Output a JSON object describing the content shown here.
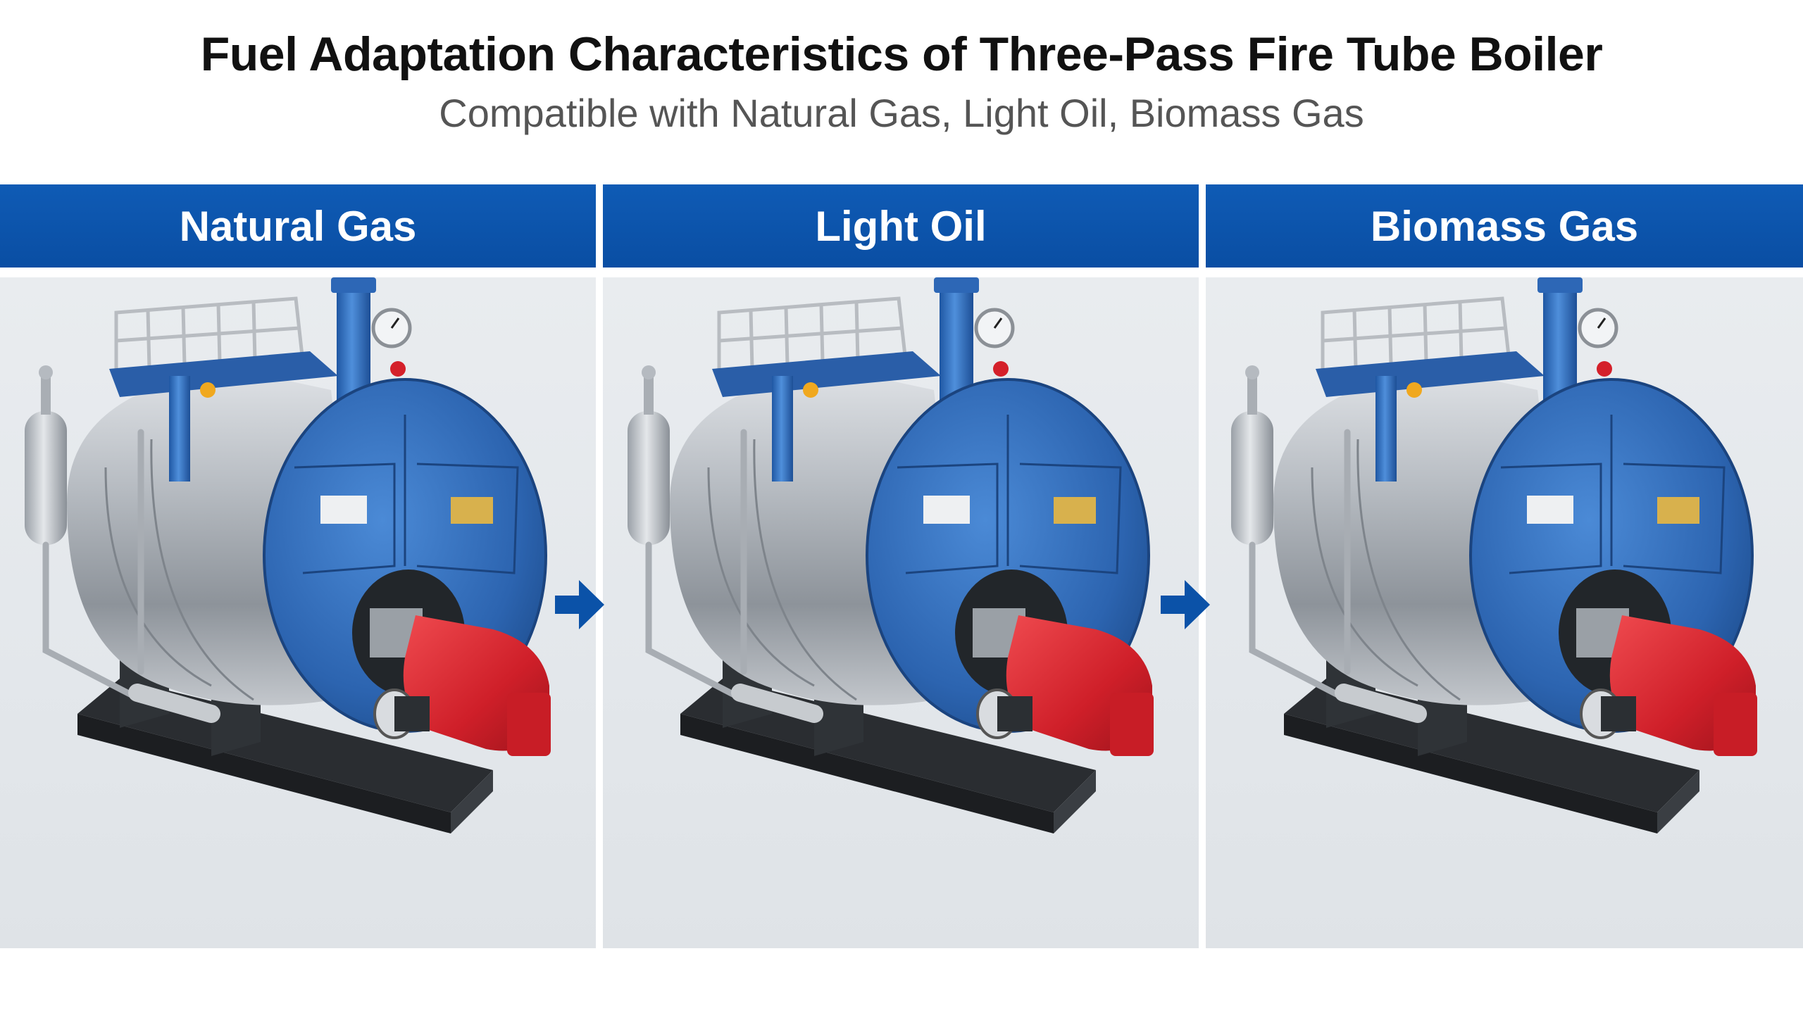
{
  "header": {
    "title": "Fuel Adaptation Characteristics of Three-Pass Fire Tube Boiler",
    "subtitle": "Compatible with Natural Gas, Light Oil, Biomass Gas"
  },
  "panels": [
    {
      "label": "Natural Gas"
    },
    {
      "label": "Light Oil"
    },
    {
      "label": "Biomass Gas"
    }
  ],
  "colors": {
    "header_blue": "#0b52a8",
    "boiler_blue": "#2f6fc0",
    "shell_steel": "#a9aeb4",
    "burner_red": "#d4202a",
    "frame_dark": "#2a2d31",
    "arrow_blue": "#0b52a8"
  },
  "icons": [
    "boiler-icon",
    "arrow-right-icon"
  ]
}
